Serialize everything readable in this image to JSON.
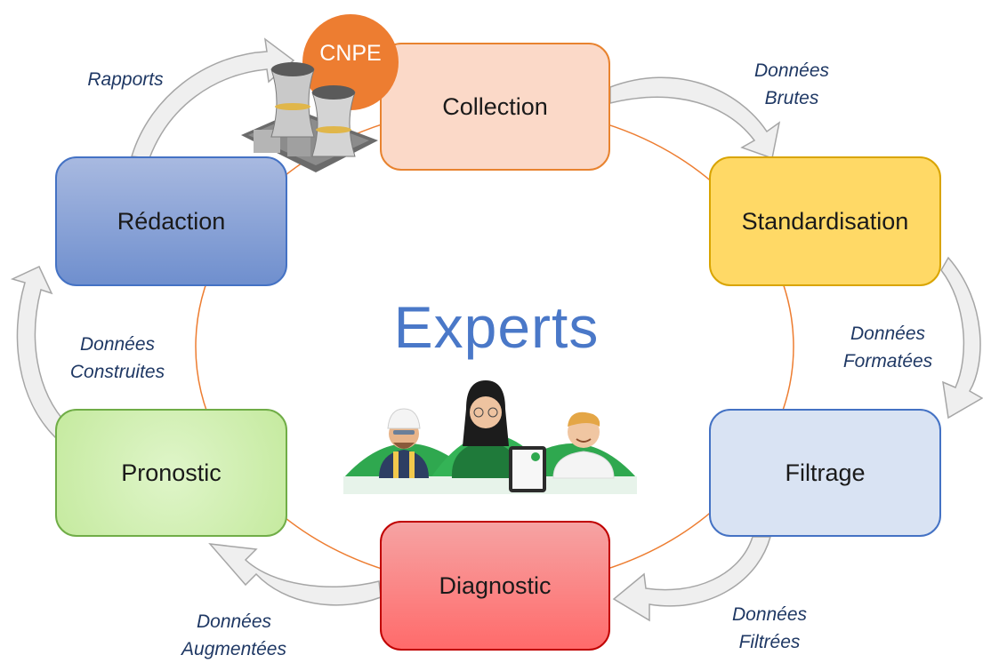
{
  "center": {
    "title": "Experts"
  },
  "badge": {
    "label": "CNPE"
  },
  "nodes": {
    "collection": "Collection",
    "standardisation": "Standardisation",
    "filtrage": "Filtrage",
    "diagnostic": "Diagnostic",
    "pronostic": "Pronostic",
    "redaction": "Rédaction"
  },
  "edges": {
    "rapports": [
      "Rapports"
    ],
    "brutes": [
      "Données",
      "Brutes"
    ],
    "formatees": [
      "Données",
      "Formatées"
    ],
    "filtrees": [
      "Données",
      "Filtrées"
    ],
    "augmentees": [
      "Données",
      "Augmentées"
    ],
    "construites": [
      "Données",
      "Construites"
    ]
  },
  "icons": {
    "plant": "nuclear-plant-icon",
    "experts": "experts-group-illustration"
  },
  "colors": {
    "cycle_line": "#ed7d31",
    "arrow_fill": "#efefef",
    "arrow_stroke": "#a6a6a6",
    "title": "#4a78c8",
    "edge_text": "#1f3864"
  }
}
